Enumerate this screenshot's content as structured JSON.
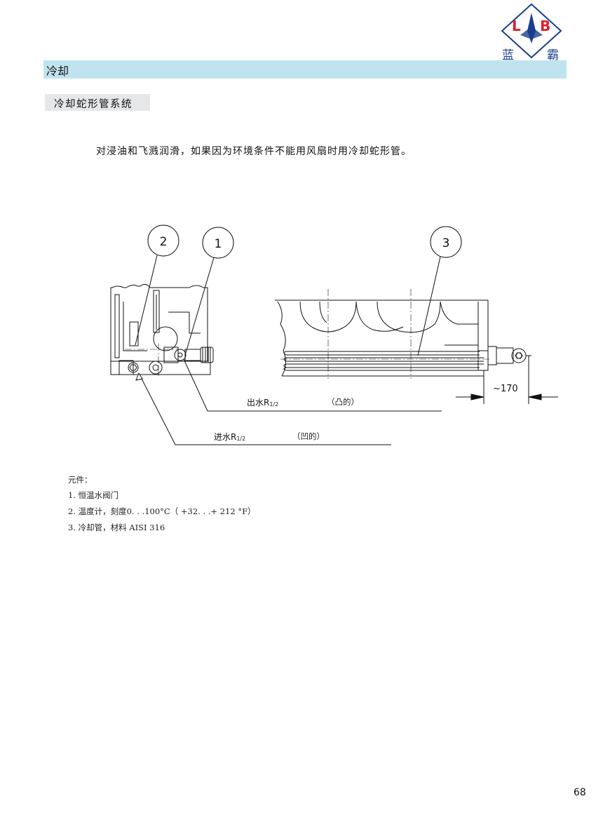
{
  "header": {
    "logo_letters": "LB",
    "logo_left": "蓝",
    "logo_right": "霸",
    "section_title": "冷却",
    "subsection_title": "冷却蛇形管系统"
  },
  "intro_text": "对浸油和飞溅润滑，如果因为环境条件不能用风扇时用冷却蛇形管。",
  "callouts": [
    "2",
    "1",
    "3"
  ],
  "dimension": "~170",
  "outlet": {
    "label": "出水R",
    "sub": "1/2",
    "type": "（凸的）"
  },
  "inlet": {
    "label": "进水R",
    "sub": "1/2",
    "type": "（凹的）"
  },
  "components": {
    "title": "元件：",
    "items": [
      "1.  恒温水阀门",
      "2.  温度计，刻度0. . .100°C（ +32. . .+ 212 °F）",
      "3.  冷却管，材料 AISI 316"
    ]
  },
  "page_number": "68",
  "colors": {
    "band": "#bfe4f0",
    "subtitle_box": "#e6e7e8",
    "logo_blue": "#1a3f8f",
    "logo_red": "#d9232e"
  }
}
